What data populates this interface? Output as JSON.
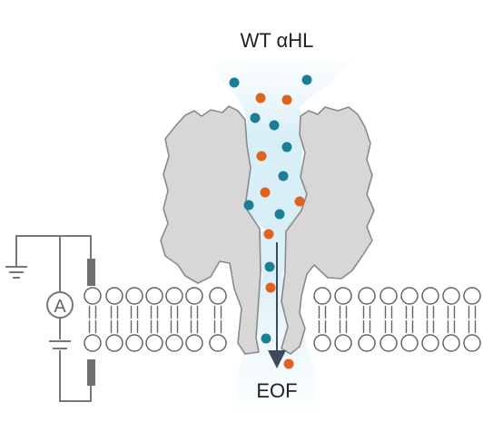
{
  "labels": {
    "title": "WT αHL",
    "bottom": "EOF",
    "ammeter": "A"
  },
  "colors": {
    "teal": "#1a7f94",
    "orange": "#e0621f",
    "pore_fill": "#d7d7d7",
    "pore_stroke": "#8a8a8a",
    "glow": "#d8eef8",
    "lipid_stroke": "#666666",
    "circuit": "#777777",
    "electrode": "#6f6f6f",
    "arrow": "#3d4a5c"
  },
  "molecules": [
    {
      "color": "teal"
    },
    {
      "color": "teal"
    },
    {
      "color": "orange"
    },
    {
      "color": "orange"
    },
    {
      "color": "teal"
    },
    {
      "color": "teal"
    },
    {
      "color": "teal"
    },
    {
      "color": "orange"
    },
    {
      "color": "teal"
    },
    {
      "color": "orange"
    },
    {
      "color": "teal"
    },
    {
      "color": "orange"
    },
    {
      "color": "teal"
    },
    {
      "color": "orange"
    },
    {
      "color": "teal"
    },
    {
      "color": "orange"
    },
    {
      "color": "teal"
    },
    {
      "color": "orange"
    }
  ]
}
